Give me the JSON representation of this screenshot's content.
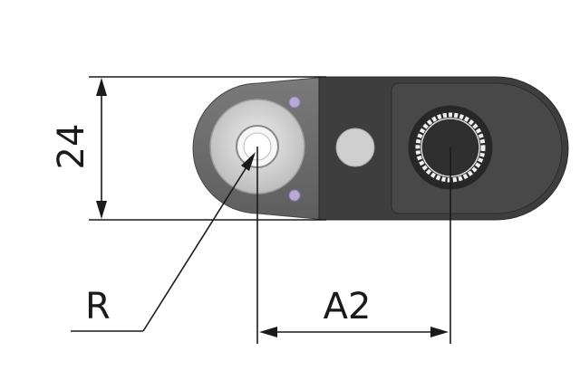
{
  "diagram": {
    "labels": {
      "height": "24",
      "radius": "R",
      "center_distance": "A2"
    },
    "colors": {
      "body_dark": "#3a3a3a",
      "body_mid": "#4a4a4a",
      "plate_gray": "#6b6b6b",
      "ring_light": "#d4d4d4",
      "hole_white": "#f5f5f5",
      "pin_gray": "#cfcfcf",
      "rivet_lilac": "#b9a9d8",
      "spline_dark": "#2e2e2e",
      "dimension": "#1a1a1a"
    }
  }
}
